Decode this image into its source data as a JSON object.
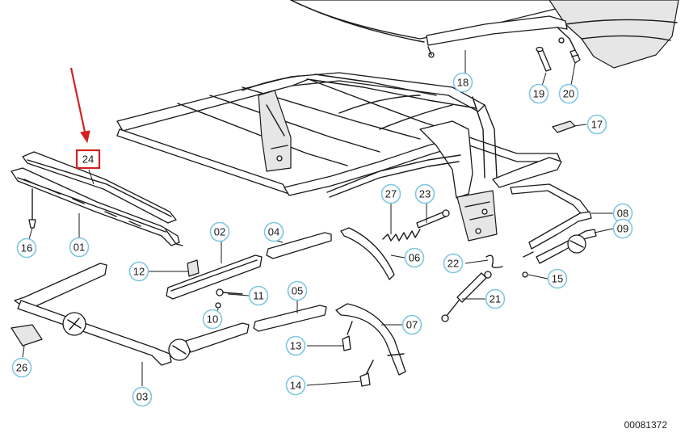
{
  "diagram": {
    "highlighted_part": "24",
    "highlight_color": "#d62020",
    "callout_color": "#7fc6df",
    "diagram_code": "00081372",
    "callouts": {
      "p01": "01",
      "p02": "02",
      "p03": "03",
      "p04": "04",
      "p05": "05",
      "p06": "06",
      "p07": "07",
      "p08": "08",
      "p09": "09",
      "p10": "10",
      "p11": "11",
      "p12": "12",
      "p13": "13",
      "p14": "14",
      "p15": "15",
      "p16": "16",
      "p17": "17",
      "p18": "18",
      "p19": "19",
      "p20": "20",
      "p21": "21",
      "p22": "22",
      "p23": "23",
      "p24": "24",
      "p26": "26",
      "p27": "27"
    }
  }
}
